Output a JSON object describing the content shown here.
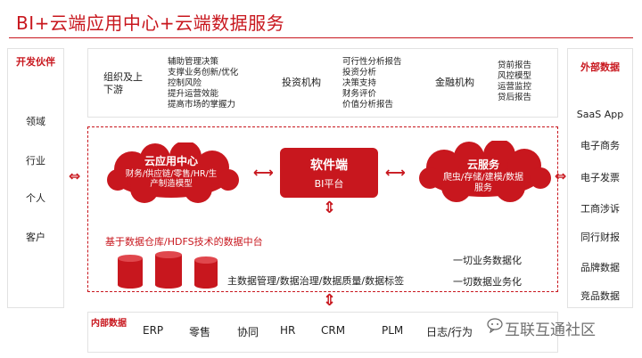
{
  "title": "BI+云端应用中心+云端数据服务",
  "partners": {
    "label": "开发伙伴",
    "items": [
      "领域",
      "行业",
      "个人",
      "客户"
    ]
  },
  "external": {
    "label": "外部数据",
    "items": [
      "SaaS App",
      "电子商务",
      "电子发票",
      "工商涉诉",
      "同行财报",
      "品牌数据",
      "竞品数据"
    ]
  },
  "institutions": [
    {
      "name": "组织及上下游",
      "points": [
        "辅助管理决策",
        "支撑业务创新/优化",
        "控制风险",
        "提升运营效能",
        "提高市场的掌握力"
      ]
    },
    {
      "name": "投资机构",
      "points": [
        "可行性分析报告",
        "投资分析",
        "决策支持",
        "财务评价",
        "价值分析报告"
      ]
    },
    {
      "name": "金融机构",
      "points": [
        "贷前报告",
        "风控模型",
        "运营监控",
        "贷后报告"
      ]
    }
  ],
  "cloud_apps": {
    "title": "云应用中心",
    "desc": "财务/供应链/零售/HR/生产制造模型"
  },
  "software": {
    "title": "软件端",
    "sub": "BI平台"
  },
  "cloud_service": {
    "title": "云服务",
    "desc": "爬虫/存储/建模/数据服务"
  },
  "data_platform": {
    "label": "基于数据仓库/HDFS技术的数据中台",
    "governance": "主数据管理/数据治理/数据质量/数据标签",
    "right1": "一切业务数据化",
    "right2": "一切数据业务化"
  },
  "internal": {
    "label": "内部数据",
    "items": [
      "ERP",
      "零售",
      "协同",
      "HR",
      "CRM",
      "PLM",
      "日志/行为"
    ]
  },
  "watermark": "互联互通社区",
  "colors": {
    "accent": "#c8171e",
    "border": "#e2e2e2"
  }
}
